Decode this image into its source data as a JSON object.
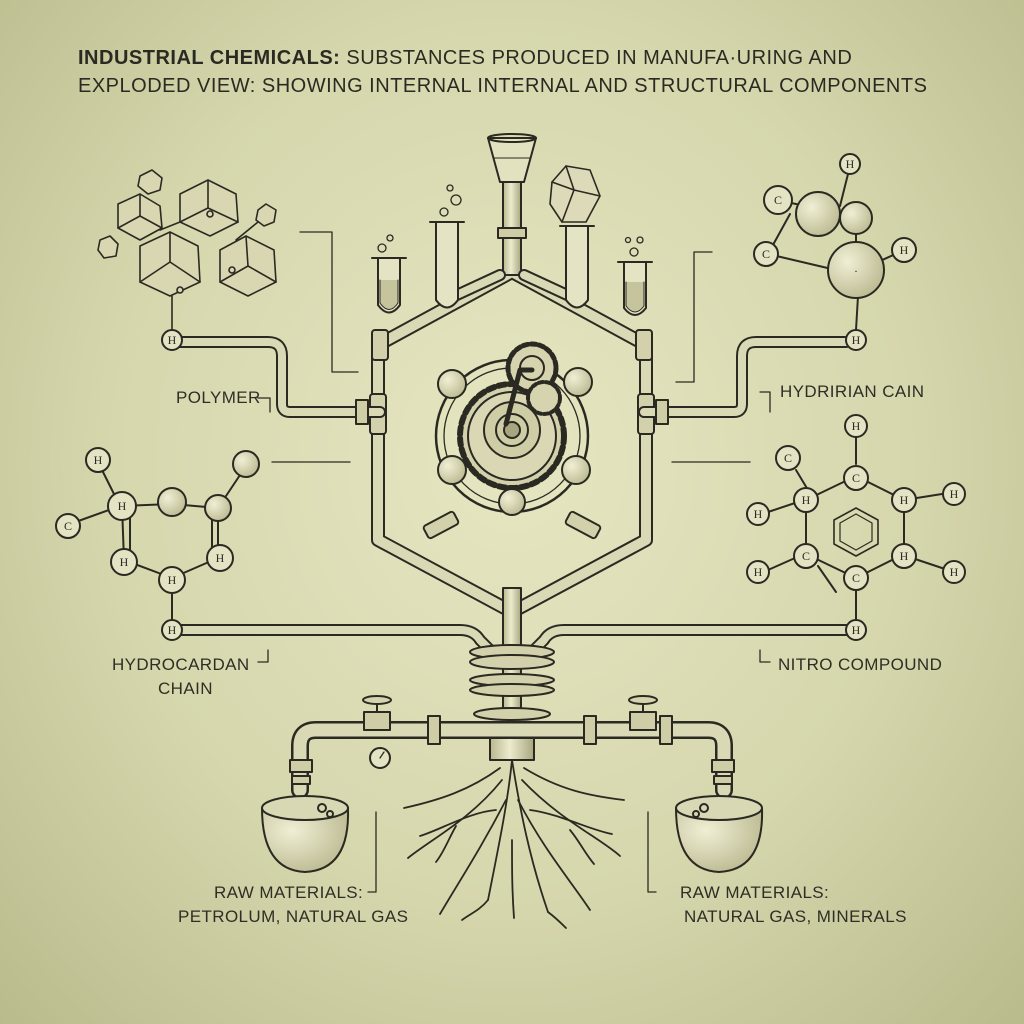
{
  "title": {
    "line1_bold": "INDUSTRIAL CHEMICALS:",
    "line1_rest": " SUBSTANCES PRODUCED IN MANUFA·URING AND",
    "line2": "EXPLODED VIEW: SHOWING INTERNAL INTERNAL AND STRUCTURAL COMPONENTS"
  },
  "labels": {
    "polymer": "POLYMER",
    "hydririan_cain": "HYDRIRIAN CAIN",
    "hydrocardan_1": "HYDROCARDAN",
    "hydrocardan_2": "CHAIN",
    "nitro": "NITRO COMPOUND",
    "raw_left_1": "RAW MATERIALS:",
    "raw_left_2": "PETROLUM, NATURAL GAS",
    "raw_right_1": "RAW MATERIALS:",
    "raw_right_2": "NATURAL GAS, MINERALS"
  },
  "atoms": {
    "h": "H",
    "c": "C",
    "dot": "·"
  },
  "colors": {
    "ink": "#2b2a22",
    "pipe": "#d9d8b4",
    "metal": "#c9c7a0",
    "paper": "#dcdcb4"
  }
}
